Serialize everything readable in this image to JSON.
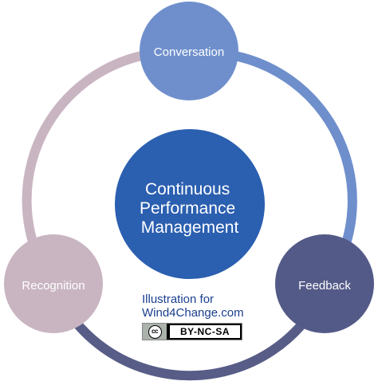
{
  "center": {
    "lines": [
      "Continuous",
      "Performance",
      "Management"
    ],
    "color": "#2b5fb0"
  },
  "nodes": {
    "conversation": {
      "label": "Conversation",
      "color": "#6f8fcc"
    },
    "feedback": {
      "label": "Feedback",
      "color": "#535a87"
    },
    "recognition": {
      "label": "Recognition",
      "color": "#c9b5c2"
    }
  },
  "arcs": {
    "conversation_to_feedback": "#6f8fcc",
    "feedback_to_recognition": "#575d86",
    "recognition_to_conversation": "#c9b5c2"
  },
  "credit": {
    "line1": "Illustration for",
    "line2": "Wind4Change.com",
    "license_icon": "cc",
    "license_label": "BY-NC-SA"
  }
}
